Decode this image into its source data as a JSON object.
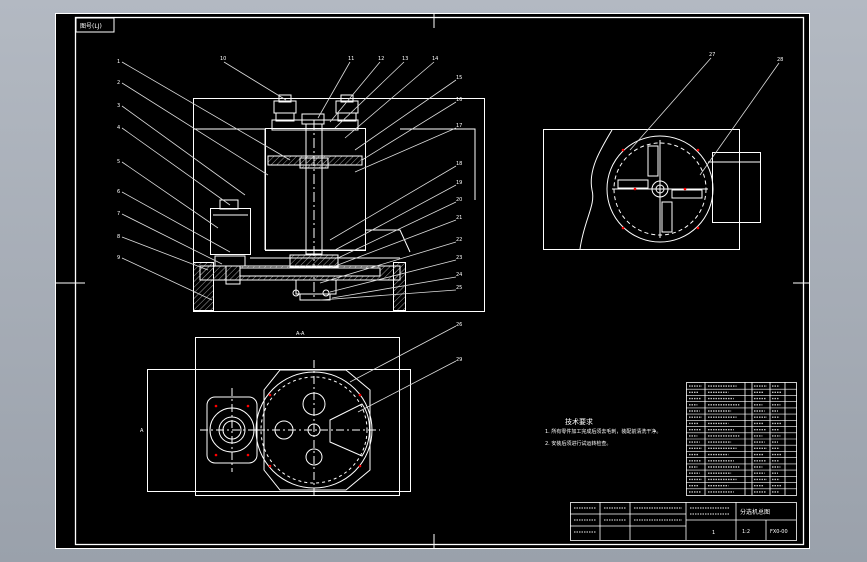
{
  "drawing": {
    "corner_tag": "图号(LJ)",
    "tech_title": "技术要求",
    "tech_notes": [
      "1. 所有零件加工完成后须去毛刺，装配前清洗干净。",
      "2. 安装后须进行试运转检查。"
    ],
    "callout_numbers": [
      "1",
      "2",
      "3",
      "4",
      "5",
      "6",
      "7",
      "8",
      "9",
      "10",
      "11",
      "12",
      "13",
      "14",
      "15",
      "16",
      "17",
      "18",
      "19",
      "20",
      "21",
      "22",
      "23",
      "24",
      "25"
    ],
    "bom_rows": 18,
    "title_block": {
      "name": "分选机总图",
      "drawing_no": "FX0-00",
      "sheet_label": "1",
      "scale": "1:2"
    },
    "colors": {
      "sheet": "#000000",
      "frame": "#ffffff",
      "hatch": "#b0b0b0",
      "leader": "#e8e8e8",
      "accent": "#ff0000"
    }
  }
}
